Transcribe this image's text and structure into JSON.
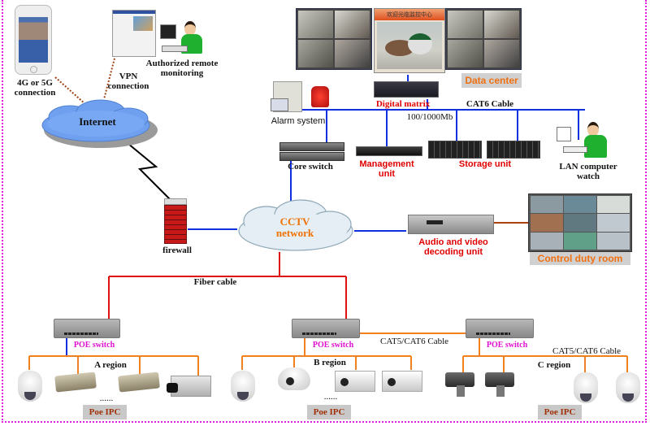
{
  "diagram": {
    "title_colors": {
      "border": "#e020e0",
      "lan_line": "#1030e0",
      "fiber_line": "#e01010",
      "cat_line": "#f08020",
      "remote_line": "#a04010",
      "decoder_line": "#b04010"
    },
    "top_left": {
      "phone_label_1": "4G or 5G",
      "phone_label_2": "connection",
      "vpn_label_1": "VPN",
      "vpn_label_2": "connection",
      "remote_label_1": "Authorized remote",
      "remote_label_2": "monitoring",
      "internet_label": "Internet"
    },
    "data_center": {
      "banner_text": "欢迎光临监控中心",
      "tag": "Data center",
      "digital_matrix": "Digital matrix",
      "cable_label": "CAT6 Cable",
      "speed_label": "100/1000Mb",
      "alarm_label": "Alarm system",
      "core_switch_label": "Core switch",
      "management_label_1": "Management",
      "management_label_2": "unit",
      "storage_label": "Storage unit",
      "lan_watch_label_1": "LAN computer",
      "lan_watch_label_2": "watch"
    },
    "middle": {
      "firewall_label": "firewall",
      "cctv_label_1": "CCTV",
      "cctv_label_2": "network",
      "decoder_label_1": "Audio and video",
      "decoder_label_2": "decoding unit",
      "control_room_tag": "Control duty room",
      "fiber_label": "Fiber cable"
    },
    "regions": [
      {
        "switch_label": "POE switch",
        "region_label": "A region",
        "ipc_tag": "Poe IPC",
        "ellipsis": "......"
      },
      {
        "switch_label": "POE switch",
        "region_label": "B region",
        "ipc_tag": "Poe IPC",
        "ellipsis": "......",
        "cable_label": "CAT5/CAT6 Cable"
      },
      {
        "switch_label": "POE switch",
        "region_label": "C region",
        "ipc_tag": "Poe IPC",
        "cable_label": "CAT5/CAT6 Cable"
      }
    ]
  }
}
